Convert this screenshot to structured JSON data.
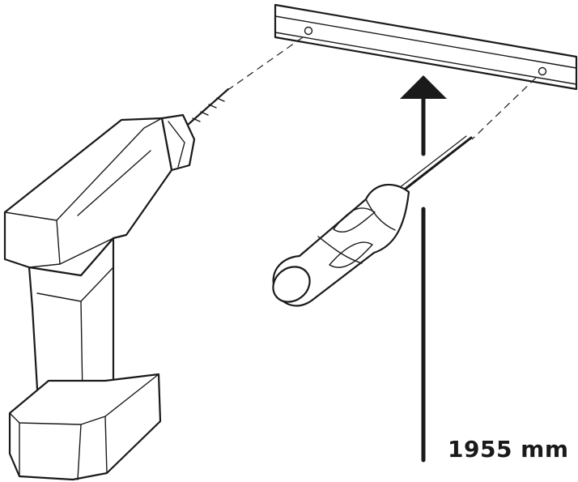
{
  "measurement": {
    "height_label": "1955 mm"
  },
  "colors": {
    "line": "#1a1a1a",
    "background": "#ffffff"
  },
  "parts": [
    "drill",
    "screwdriver",
    "wall-rail"
  ]
}
